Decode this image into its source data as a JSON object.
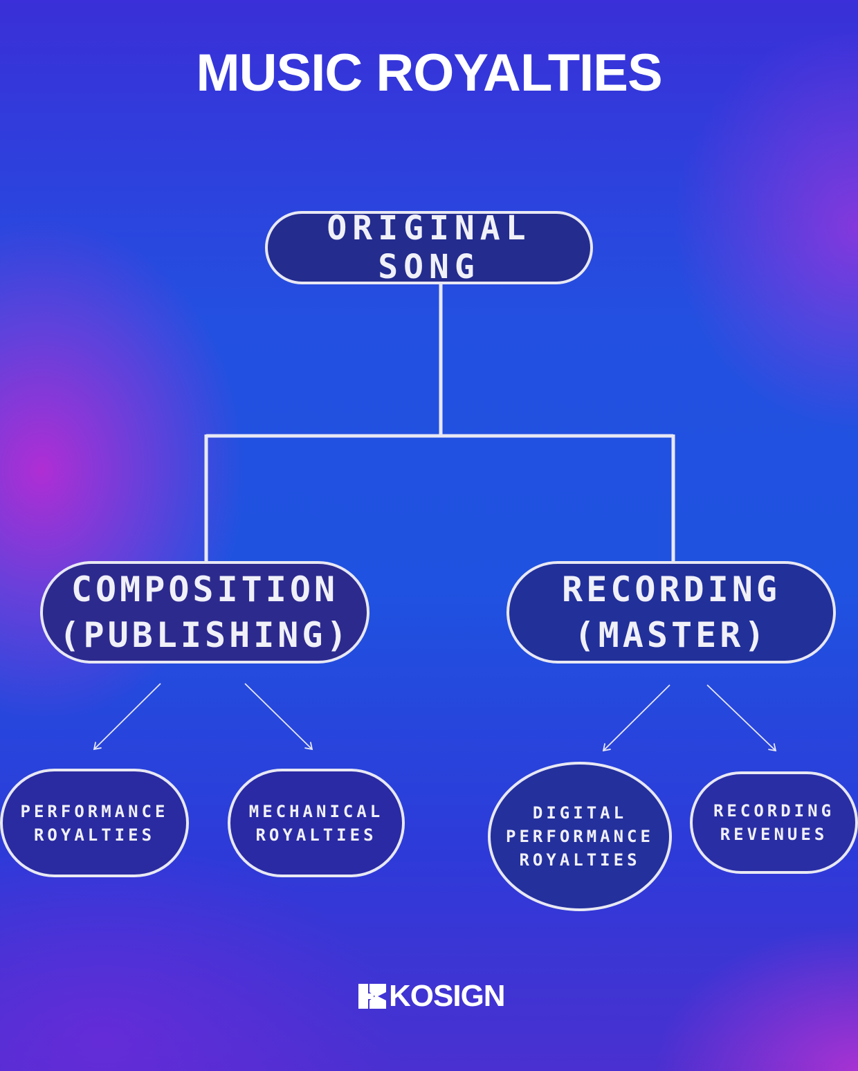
{
  "title": "MUSIC ROYALTIES",
  "root": {
    "label": "ORIGINAL SONG"
  },
  "branches": [
    {
      "label": "COMPOSITION\n(PUBLISHING)"
    },
    {
      "label": "RECORDING\n(MASTER)"
    }
  ],
  "leaves": [
    {
      "label": "PERFORMANCE\nROYALTIES",
      "parent": "COMPOSITION (PUBLISHING)"
    },
    {
      "label": "MECHANICAL\nROYALTIES",
      "parent": "COMPOSITION (PUBLISHING)"
    },
    {
      "label": "DIGITAL\nPERFORMANCE\nROYALTIES",
      "parent": "RECORDING (MASTER)"
    },
    {
      "label": "RECORDING\nREVENUES",
      "parent": "RECORDING (MASTER)"
    }
  ],
  "brand": {
    "name": "KOSIGN",
    "logo_text": "KOSIGN"
  },
  "colors": {
    "line": "#e8e8f4",
    "node_fill": "#24309e",
    "text": "#ffffff"
  }
}
